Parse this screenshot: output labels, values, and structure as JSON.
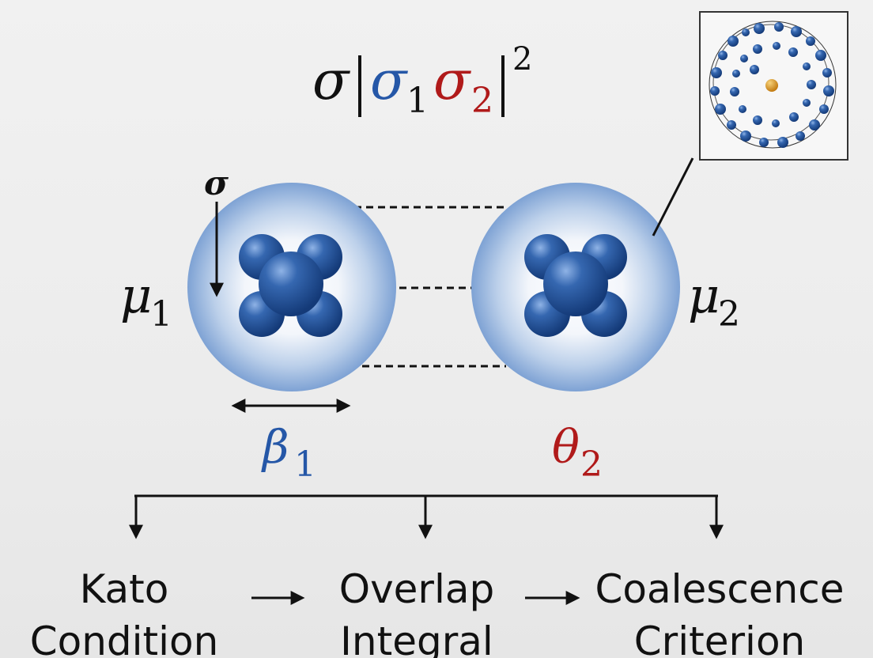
{
  "formula": {
    "sigma": "σ",
    "sigma1": "σ",
    "sub1": "1",
    "sigma2": "σ",
    "sub2": "2",
    "exponent": "2"
  },
  "colors": {
    "blue_text": "#2557a7",
    "red_text": "#b01a1a",
    "ink": "#111111",
    "sphere_blue": "#2f63ad"
  },
  "sphere_left": {
    "spin_label": "σ",
    "mu": "μ",
    "mu_sub": "1",
    "width_label": "β",
    "width_sub": "1"
  },
  "sphere_right": {
    "mu": "μ",
    "mu_sub": "2",
    "width_label": "θ",
    "width_sub": "2"
  },
  "inset": {
    "icon": "electron-shell-icon"
  },
  "flow": {
    "steps": [
      {
        "line1": "Kato",
        "line2": "Condition"
      },
      {
        "line1": "Overlap",
        "line2": "Integral"
      },
      {
        "line1": "Coalescence",
        "line2": "Criterion"
      }
    ]
  }
}
